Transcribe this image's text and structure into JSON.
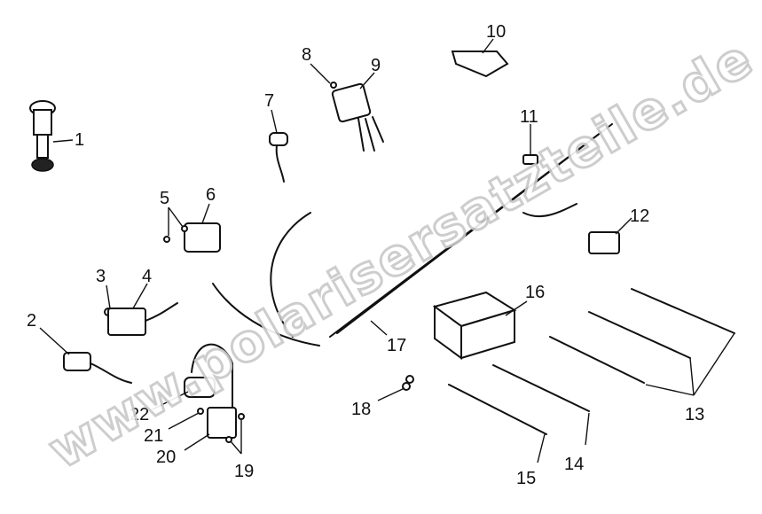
{
  "watermark": "www.polarisersatzteile.de",
  "callouts": [
    "1",
    "2",
    "3",
    "4",
    "5",
    "6",
    "7",
    "8",
    "9",
    "10",
    "11",
    "12",
    "13",
    "14",
    "15",
    "16",
    "17",
    "18",
    "19",
    "20",
    "21",
    "22"
  ]
}
